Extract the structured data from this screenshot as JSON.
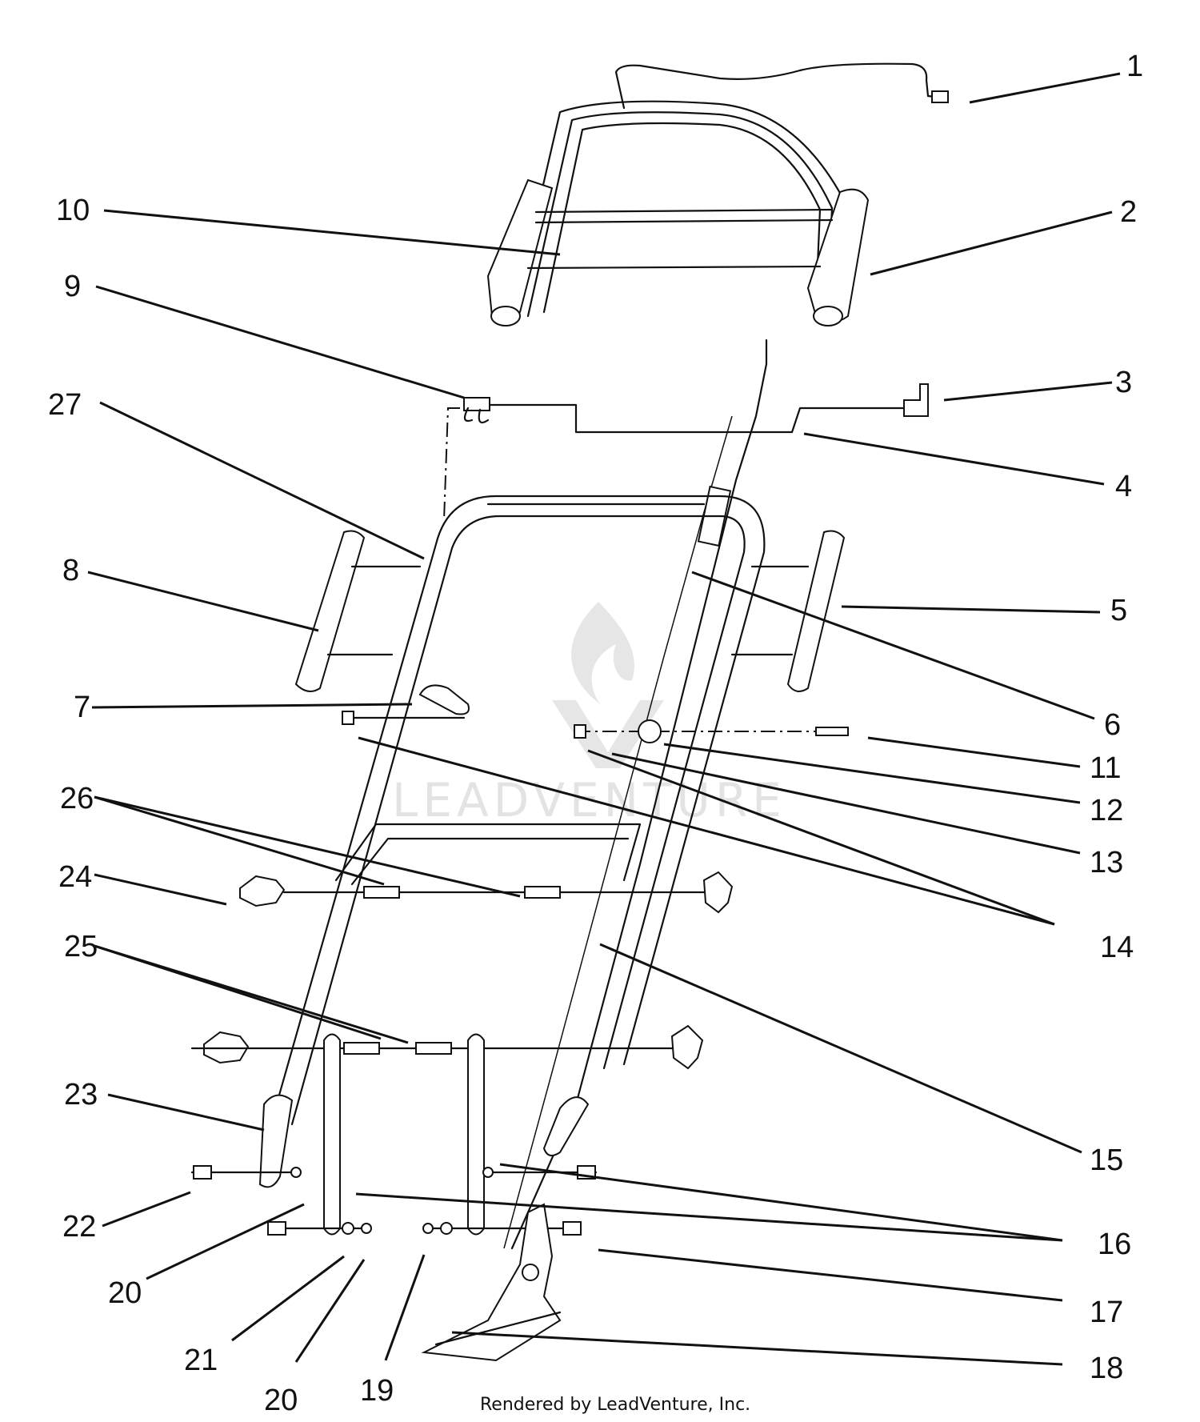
{
  "callouts": [
    "1",
    "2",
    "3",
    "4",
    "5",
    "6",
    "7",
    "8",
    "9",
    "10",
    "11",
    "12",
    "13",
    "14",
    "15",
    "16",
    "17",
    "18",
    "19",
    "20",
    "20",
    "21",
    "22",
    "23",
    "24",
    "25",
    "26",
    "27"
  ],
  "watermark": "LEADVENTURE",
  "footer": "Rendered by LeadVenture, Inc."
}
